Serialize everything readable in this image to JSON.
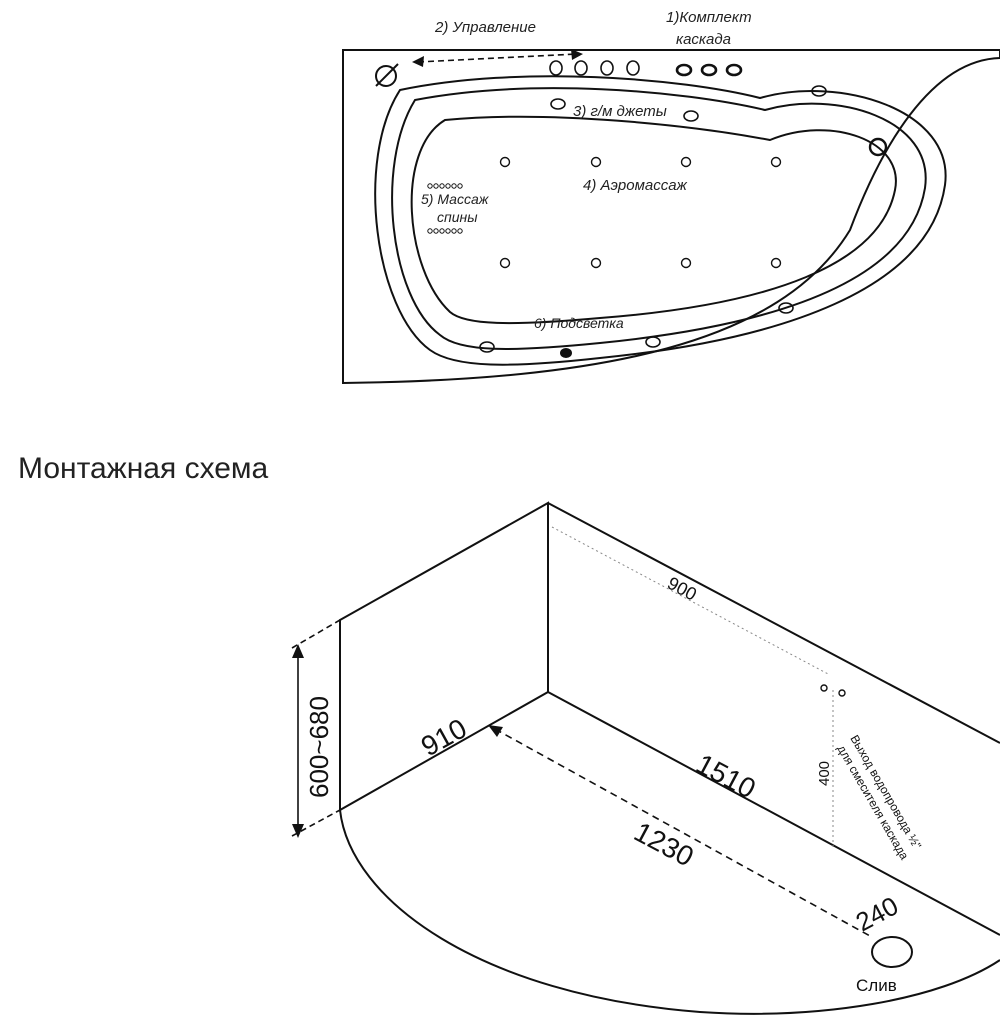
{
  "top_labels": {
    "cascade_set": [
      "1)Комплект",
      "каскада"
    ],
    "controls": "2) Управление",
    "hydro_jets": "3) г/м джеты",
    "aeromassage": "4) Аэромассаж",
    "back_massage": [
      "5) Массаж",
      "спины"
    ],
    "lighting": "6) Подсветка"
  },
  "section_title": "Монтажная схема",
  "dimensions": {
    "height": "600~680",
    "short_side": "910",
    "long_wall": "900",
    "length": "1510",
    "inner": "1230",
    "drain_offset": "240",
    "outlet_height": "400"
  },
  "water_outlet_note": [
    "Выход водопровода ½\"",
    "для смесителя каскада"
  ],
  "drain_label": "Слив"
}
